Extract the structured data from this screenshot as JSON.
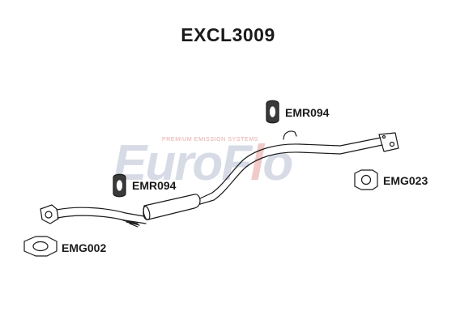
{
  "title": "EXCL3009",
  "watermark": {
    "brand_main": "EuroF",
    "brand_accent": "l",
    "brand_end": "o",
    "tagline": "PREMIUM EMISSION SYSTEMS"
  },
  "components": [
    {
      "code": "EMR094",
      "icon": "rubber-hanger-icon"
    },
    {
      "code": "EMR094",
      "icon": "rubber-hanger-icon"
    },
    {
      "code": "EMG023",
      "icon": "flange-gasket-icon"
    },
    {
      "code": "EMG002",
      "icon": "flange-gasket-icon"
    }
  ],
  "colors": {
    "line": "#1a1a1a",
    "hanger_fill": "#3a3a3a",
    "watermark": "#d7dbe6",
    "watermark_accent": "#e6a9a9"
  }
}
